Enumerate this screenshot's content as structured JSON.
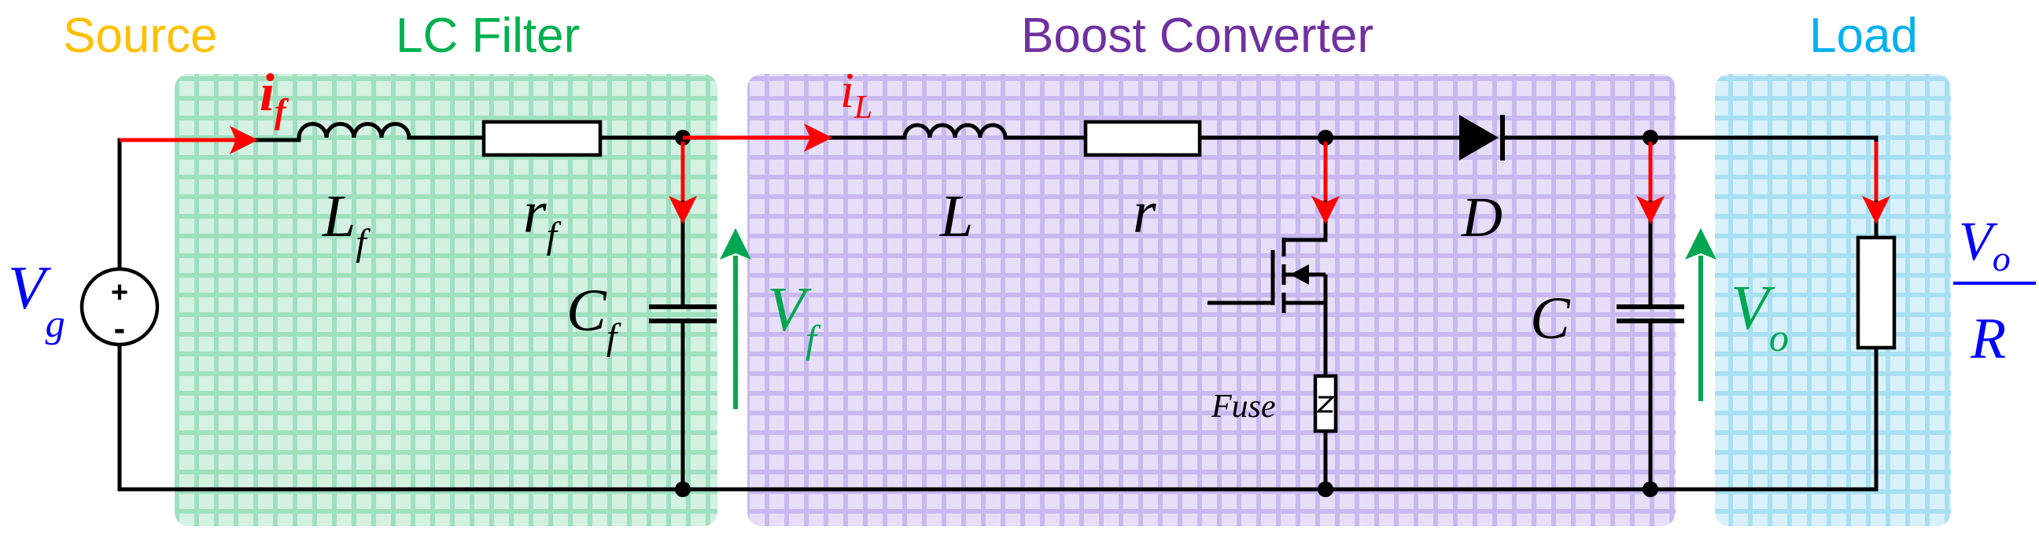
{
  "colors": {
    "source": "#ffc000",
    "lc_filter": "#00b050",
    "boost": "#7030a0",
    "load": "#00b0f0",
    "current": "#ff0000",
    "voltage": "#00a651",
    "source_voltage": "#0000ff"
  },
  "regions": {
    "source_title": "Source",
    "lc_filter_title": "LC Filter",
    "boost_title": "Boost Converter",
    "load_title": "Load"
  },
  "source": {
    "label_main": "V",
    "label_sub": "g",
    "plus": "+",
    "minus": "-",
    "icon": "voltage-source-icon"
  },
  "lc_filter": {
    "current_main": "i",
    "current_sub": "f",
    "inductor_main": "L",
    "inductor_sub": "f",
    "resistor_main": "r",
    "resistor_sub": "f",
    "capacitor_main": "C",
    "capacitor_sub": "f",
    "voltage_main": "V",
    "voltage_sub": "f"
  },
  "boost": {
    "current_main": "i",
    "current_sub": "L",
    "inductor": "L",
    "resistor": "r",
    "diode": "D",
    "fuse": "Fuse",
    "capacitor": "C",
    "voltage_main": "V",
    "voltage_sub": "o",
    "switch_icon": "mosfet-icon"
  },
  "load": {
    "numerator_main": "V",
    "numerator_sub": "o",
    "denominator": "R"
  }
}
